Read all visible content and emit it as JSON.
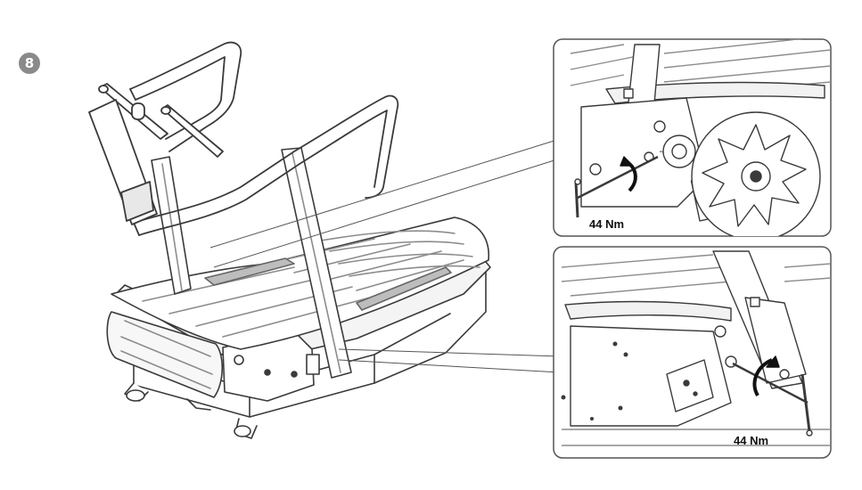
{
  "step": {
    "number": "8"
  },
  "detail_top": {
    "torque_label": "44 Nm"
  },
  "detail_bottom": {
    "torque_label": "44 Nm"
  },
  "colors": {
    "line": "#3a3a3a",
    "light_line": "#8c8c8c",
    "badge": "#8a8a8a",
    "panel_border": "#555555"
  },
  "icons": [
    "step-number-badge",
    "wrench-icon",
    "rotation-arrow-icon",
    "bolt-icon"
  ]
}
